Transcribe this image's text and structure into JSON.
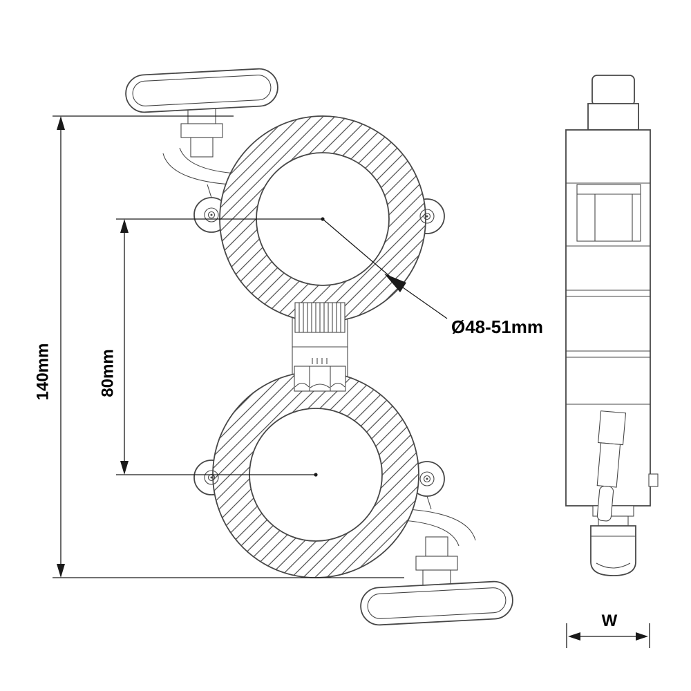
{
  "labels": {
    "overall_height": "140mm",
    "center_distance": "80mm",
    "tube_diameter": "Ø48-51mm",
    "width": "W"
  },
  "colors": {
    "line": "#474747",
    "dimension": "#1a1a1a",
    "text": "#000000",
    "background": "#ffffff"
  }
}
